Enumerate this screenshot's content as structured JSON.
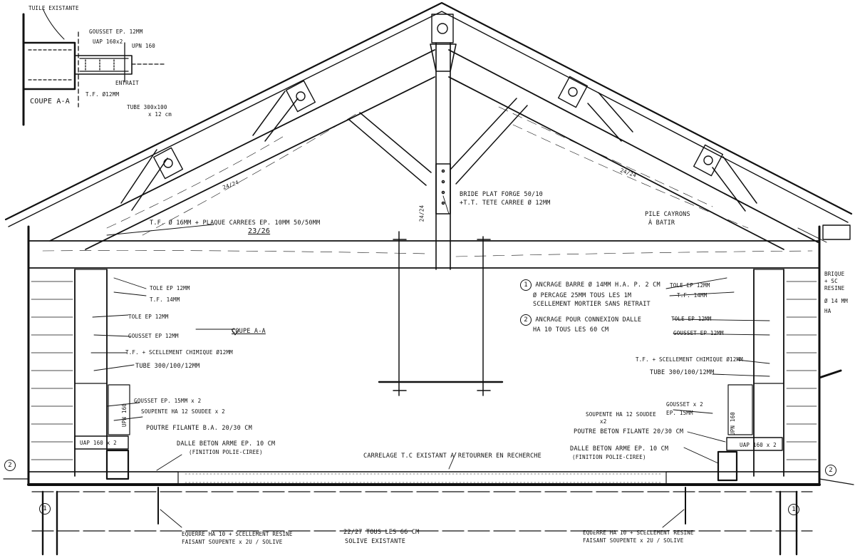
{
  "detail": {
    "tuile": "TUILE EXISTANTE",
    "gousset": "GOUSSET EP. 12MM",
    "uap": "UAP 160x2",
    "upn": "UPN 160",
    "entrait": "ENTRAIT",
    "tf": "T.F. Ø12MM",
    "tube1": "TUBE 300x100",
    "tube2": "x 12 cm",
    "coupe": "COUPE A-A"
  },
  "truss": {
    "section_left": "24/24",
    "section_right": "24/24",
    "section_king": "24/24",
    "bride1": "BRIDE PLAT FORGE 50/10",
    "bride2": "+T.T. TETE CARREE Ø 12MM",
    "tf_plaque": "T.F. Ø 16MM + PLAQUE CARREES EP. 10MM 50/50MM",
    "entrait_section": "23/26",
    "pile1": "PILE CAYRONS",
    "pile2": "À BATIR"
  },
  "notes": {
    "n1_num": "1",
    "n1_l1": "ANCRAGE BARRE Ø 14MM H.A. P. 2 CM",
    "n1_l2": "Ø PERCAGE 25MM TOUS LES 1M",
    "n1_l3": "SCELLEMENT MORTIER SANS RETRAIT",
    "n2_num": "2",
    "n2_l1": "ANCRAGE POUR CONNEXION DALLE",
    "n2_l2": "HA 10 TOUS LES 60 CM"
  },
  "left": {
    "tole1": "TOLE EP 12MM",
    "tf1": "T.F. 14MM",
    "tole2": "TOLE EP 12MM",
    "gousset": "GOUSSET EP 12MM",
    "coupe": "COUPE A-A",
    "tf_scell": "T.F. + SCELLEMENT CHIMIQUE Ø12MM",
    "tube": "TUBE 300/100/12MM",
    "gousset2": "GOUSSET EP. 15MM x 2",
    "soupente": "SOUPENTE HA 12 SOUDEE x 2",
    "upn": "UPN 160",
    "uap": "UAP 160 x 2",
    "poutre": "POUTRE FILANTE B.A. 20/30 CM",
    "dalle1": "DALLE BETON ARME EP. 10 CM",
    "dalle2": "(FINITION POLIE-CIREE)"
  },
  "right": {
    "tole1": "TOLE EP 12MM",
    "tf1": "T.F. 14MM",
    "tole2": "TOLE EP 12MM",
    "gousset": "GOUSSET EP 12MM",
    "tf_scell": "T.F. + SCELLEMENT CHIMIQUE Ø12MM",
    "tube": "TUBE 300/100/12MM",
    "soupente1": "SOUPENTE HA 12 SOUDEE",
    "soupente2": "x2",
    "gousset2a": "GOUSSET x 2",
    "gousset2b": "EP. 15MM",
    "upn": "UPN 160",
    "uap": "UAP 160 x 2",
    "poutre": "POUTRE BETON FILANTE 20/30 CM",
    "dalle1": "DALLE BETON ARME EP. 10 CM",
    "dalle2": "(FINITION POLIE-CIREE)",
    "brique1": "BRIQUE",
    "brique2": "+ SC",
    "brique3": "RESINE",
    "brique4": "Ø 14 MM",
    "brique5": "HA"
  },
  "floor": {
    "carrelage": "CARRELAGE T.C EXISTANT A RETOURNER EN RECHERCHE",
    "solive1": "22/27 TOUS LES 66 CM",
    "solive2": "SOLIVE EXISTANTE",
    "eq_left1": "EQUERRE HA 10 + SCELLEMENT RESINE",
    "eq_left2": "FAISANT SOUPENTE x 2U / SOLIVE",
    "eq_right1": "EQUERRE HA 10 + SCELLEMENT RESINE",
    "eq_right2": "FAISANT SOUPENTE x 2U / SOLIVE",
    "mark2": "2",
    "mark1": "1"
  }
}
